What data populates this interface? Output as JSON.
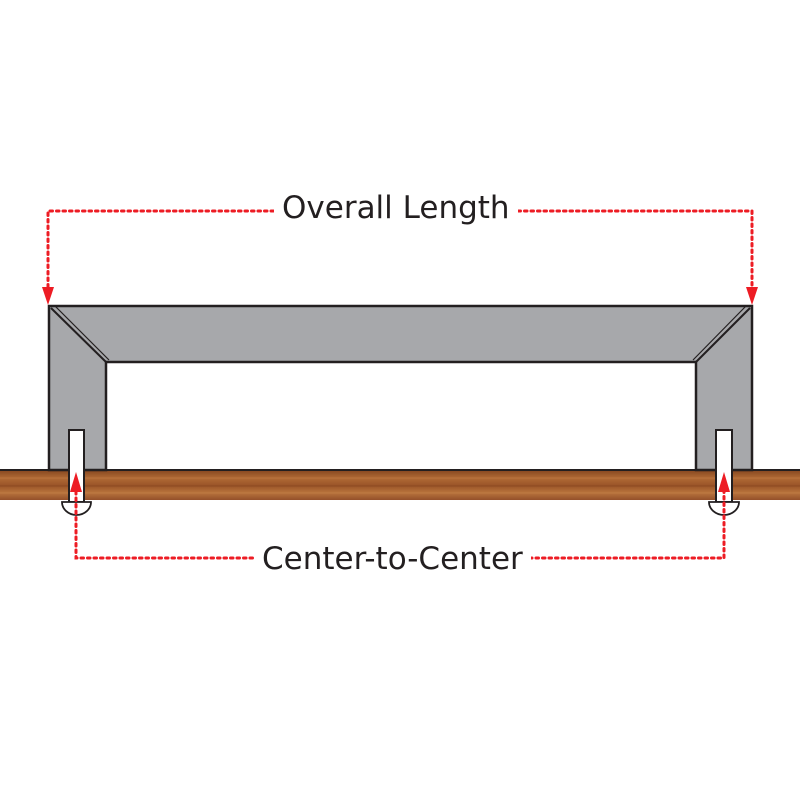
{
  "diagram": {
    "labels": {
      "overall_length": "Overall Length",
      "center_to_center": "Center-to-Center"
    },
    "colors": {
      "handle_fill": "#a7a8ab",
      "handle_stroke": "#231f20",
      "dimension_line": "#ed1c24",
      "wood": "#a0582a",
      "text": "#231f20"
    },
    "components": [
      "cabinet-handle",
      "wood-panel",
      "left-screw",
      "right-screw",
      "overall-length-dimension",
      "center-to-center-dimension"
    ]
  }
}
